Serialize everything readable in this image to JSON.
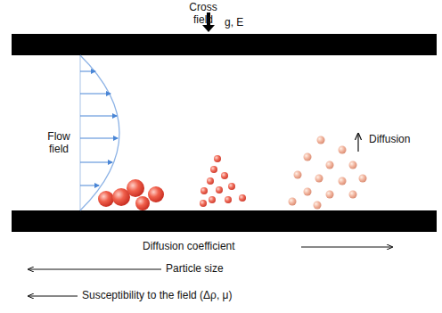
{
  "diagram": {
    "labels": [
      "Cross field",
      "g, E",
      "Flow field",
      "Diffusion",
      "Diffusion coefficient",
      "Particle size",
      "Susceptibility to the field (Δρ, μ)"
    ]
  }
}
